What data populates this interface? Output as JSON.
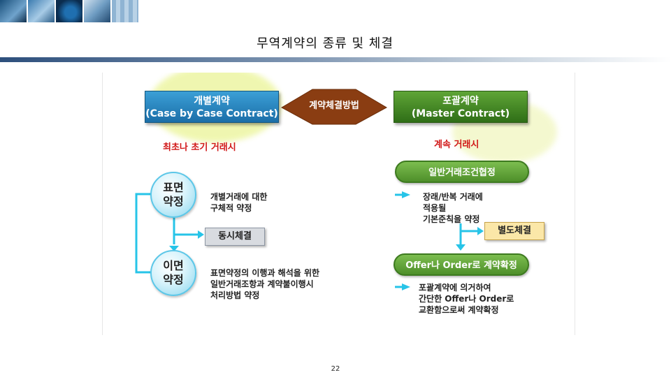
{
  "slide": {
    "title": "무역계약의 종류 및 체결",
    "page_number": "22"
  },
  "diagram": {
    "center_label": "계약체결방법",
    "left": {
      "title_line1": "개별계약",
      "title_line2": "(Case by Case Contract)",
      "timing": "최초나 초기 거래시",
      "surface": {
        "circle_line1": "표면",
        "circle_line2": "약정",
        "desc_line1": "개별거래에 대한",
        "desc_line2": "구체적 약정"
      },
      "simultaneous_label": "동시체결",
      "hidden": {
        "circle_line1": "이면",
        "circle_line2": "약정",
        "desc_line1": "표면약정의 이행과 해석을 위한",
        "desc_line2": "일반거래조항과 계약불이행시",
        "desc_line3": "처리방법 약정"
      }
    },
    "right": {
      "title_line1": "포괄계약",
      "title_line2": "(Master Contract)",
      "timing": "계속 거래시",
      "general_terms_label": "일반거래조건협정",
      "general_desc_line1": "장래/반복 거래에",
      "general_desc_line2": "적용될",
      "general_desc_line3": "기본준칙을 약정",
      "separate_label": "별도체결",
      "offer_label": "Offer나 Order로 계약확정",
      "offer_desc_line1": "포괄계약에 의거하여",
      "offer_desc_line2": "간단한 Offer나 Order로",
      "offer_desc_line3": "교환함으로써 계약확정"
    },
    "colors": {
      "left_box": "#1b6ea8",
      "right_box": "#2f6e17",
      "diamond": "#8a3d12",
      "timing_text": "#d11818",
      "arrow": "#27c4e8",
      "pill": "#5a9a32"
    }
  }
}
